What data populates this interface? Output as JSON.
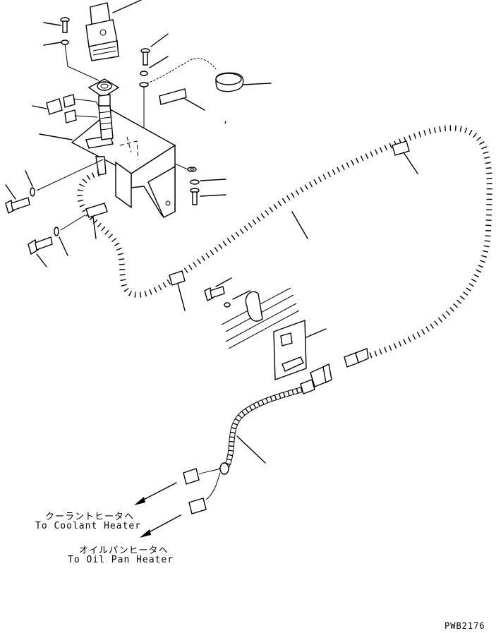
{
  "labels": {
    "coolant_jp": "クーラントヒータヘ",
    "coolant_en": "To Coolant Heater",
    "oilpan_jp": "オイルパンヒータヘ",
    "oilpan_en": "To Oil Pan Heater",
    "drawing_no": "PWB2176"
  }
}
